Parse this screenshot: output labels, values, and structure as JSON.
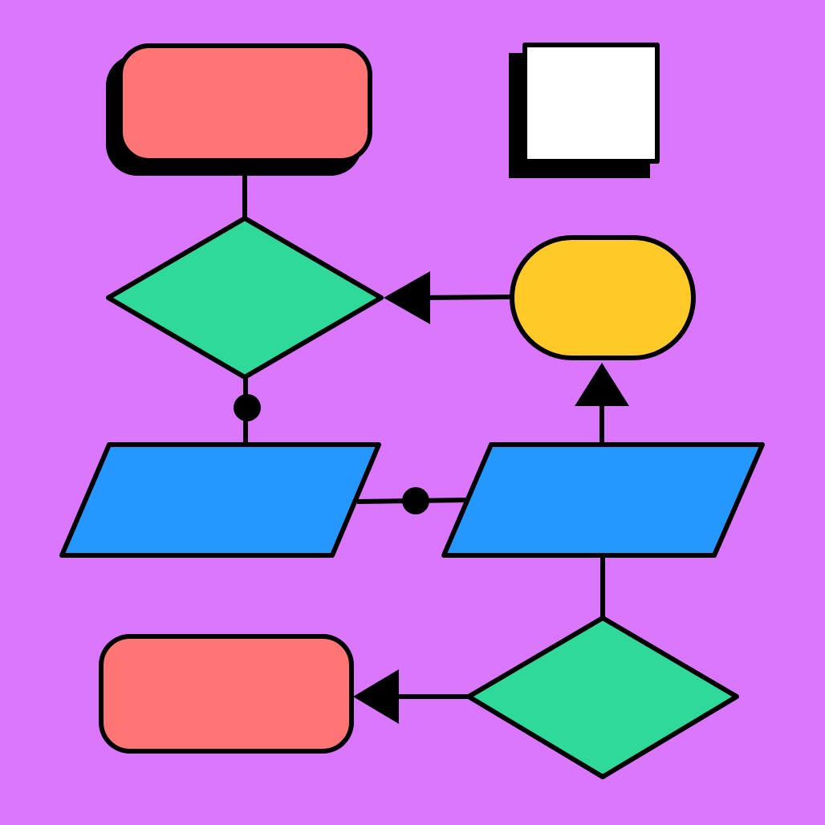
{
  "colors": {
    "background": "#DB77FC",
    "terminator": "#FF7575",
    "decision": "#2FD99A",
    "io": "#2498FF",
    "connector": "#FFCA28",
    "note": "#FFFFFF",
    "stroke": "#000000"
  },
  "nodes": [
    {
      "id": "top-terminator",
      "shape": "rounded-rect",
      "fill": "terminator",
      "shadow": true,
      "label": ""
    },
    {
      "id": "note-card",
      "shape": "square",
      "fill": "note",
      "shadow": true,
      "label": ""
    },
    {
      "id": "top-decision",
      "shape": "diamond",
      "fill": "decision",
      "label": ""
    },
    {
      "id": "connector-pill",
      "shape": "pill",
      "fill": "connector",
      "label": ""
    },
    {
      "id": "left-io",
      "shape": "parallelogram",
      "fill": "io",
      "label": ""
    },
    {
      "id": "right-io",
      "shape": "parallelogram",
      "fill": "io",
      "label": ""
    },
    {
      "id": "bottom-terminator",
      "shape": "rounded-rect",
      "fill": "terminator",
      "label": ""
    },
    {
      "id": "bottom-decision",
      "shape": "diamond",
      "fill": "decision",
      "label": ""
    }
  ],
  "edges": [
    {
      "id": "terminator-to-decision",
      "from": "top-terminator",
      "to": "top-decision",
      "end": "none"
    },
    {
      "id": "pill-to-decision",
      "from": "connector-pill",
      "to": "top-decision",
      "end": "arrow"
    },
    {
      "id": "decision-to-left-io",
      "from": "top-decision",
      "to": "left-io",
      "end": "dot"
    },
    {
      "id": "left-io-to-right-io",
      "from": "left-io",
      "to": "right-io",
      "end": "dot"
    },
    {
      "id": "right-io-to-pill",
      "from": "right-io",
      "to": "connector-pill",
      "end": "arrow"
    },
    {
      "id": "right-io-to-bottom-decision",
      "from": "right-io",
      "to": "bottom-decision",
      "end": "none"
    },
    {
      "id": "bottom-decision-to-terminator",
      "from": "bottom-decision",
      "to": "bottom-terminator",
      "end": "arrow"
    }
  ]
}
